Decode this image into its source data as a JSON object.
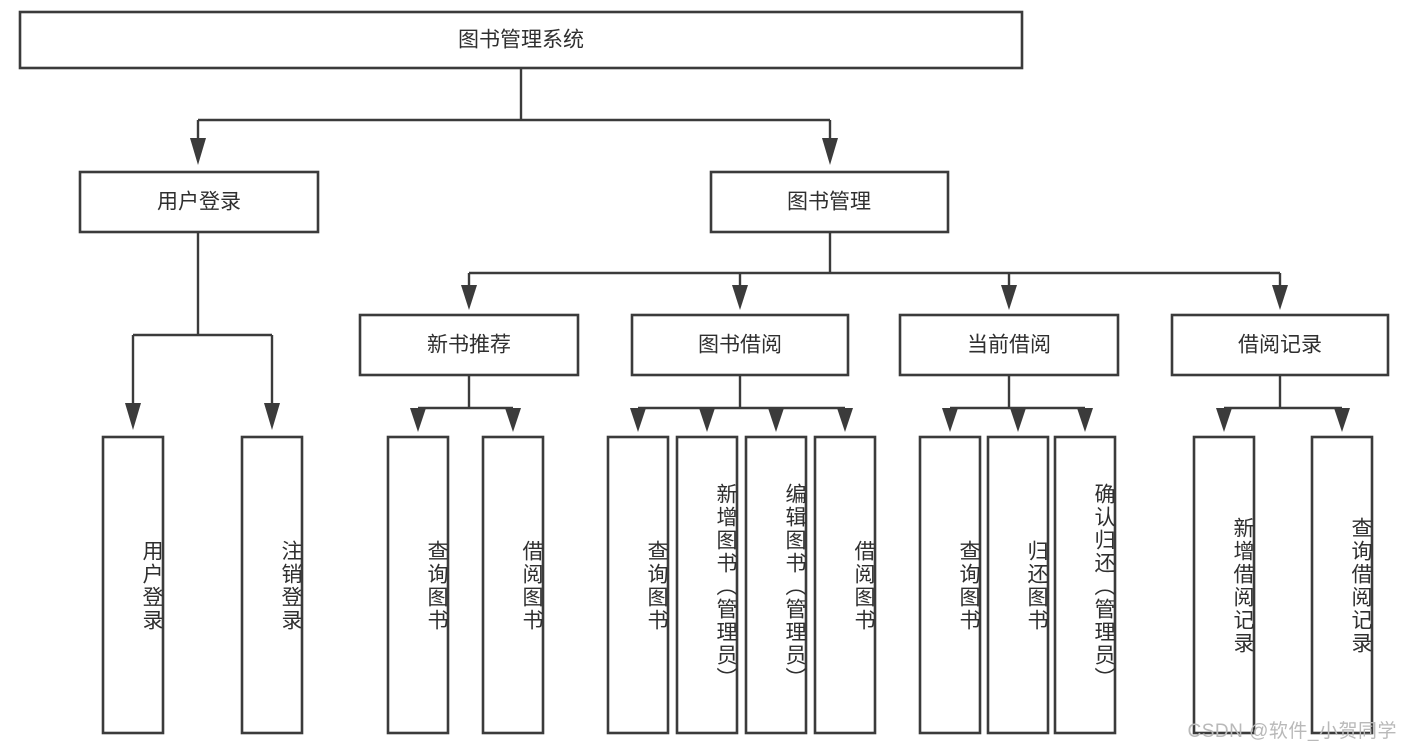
{
  "diagram": {
    "title": "图书管理系统",
    "type": "tree",
    "watermark": "CSDN @软件_小贺同学",
    "root": {
      "label": "图书管理系统",
      "level": 0
    },
    "level1": [
      {
        "label": "用户登录"
      },
      {
        "label": "图书管理"
      }
    ],
    "level2": [
      {
        "label": "新书推荐",
        "parent": "图书管理"
      },
      {
        "label": "图书借阅",
        "parent": "图书管理"
      },
      {
        "label": "当前借阅",
        "parent": "图书管理"
      },
      {
        "label": "借阅记录",
        "parent": "图书管理"
      }
    ],
    "leaves": {
      "user_login": [
        {
          "label": "用户登录"
        },
        {
          "label": "注销登录"
        }
      ],
      "new_book_recommend": [
        {
          "label": "查询图书"
        },
        {
          "label": "借阅图书"
        }
      ],
      "book_borrow": [
        {
          "label": "查询图书"
        },
        {
          "label": "新增图书（管理员）"
        },
        {
          "label": "编辑图书（管理员）"
        },
        {
          "label": "借阅图书"
        }
      ],
      "current_borrow": [
        {
          "label": "查询图书"
        },
        {
          "label": "归还图书"
        },
        {
          "label": "确认归还（管理员）"
        }
      ],
      "borrow_record": [
        {
          "label": "新增借阅记录"
        },
        {
          "label": "查询借阅记录"
        }
      ]
    },
    "colors": {
      "stroke": "#3b3b3b",
      "fill": "#ffffff",
      "text": "#2f2f2f",
      "watermark": "#b9b9b9"
    }
  }
}
